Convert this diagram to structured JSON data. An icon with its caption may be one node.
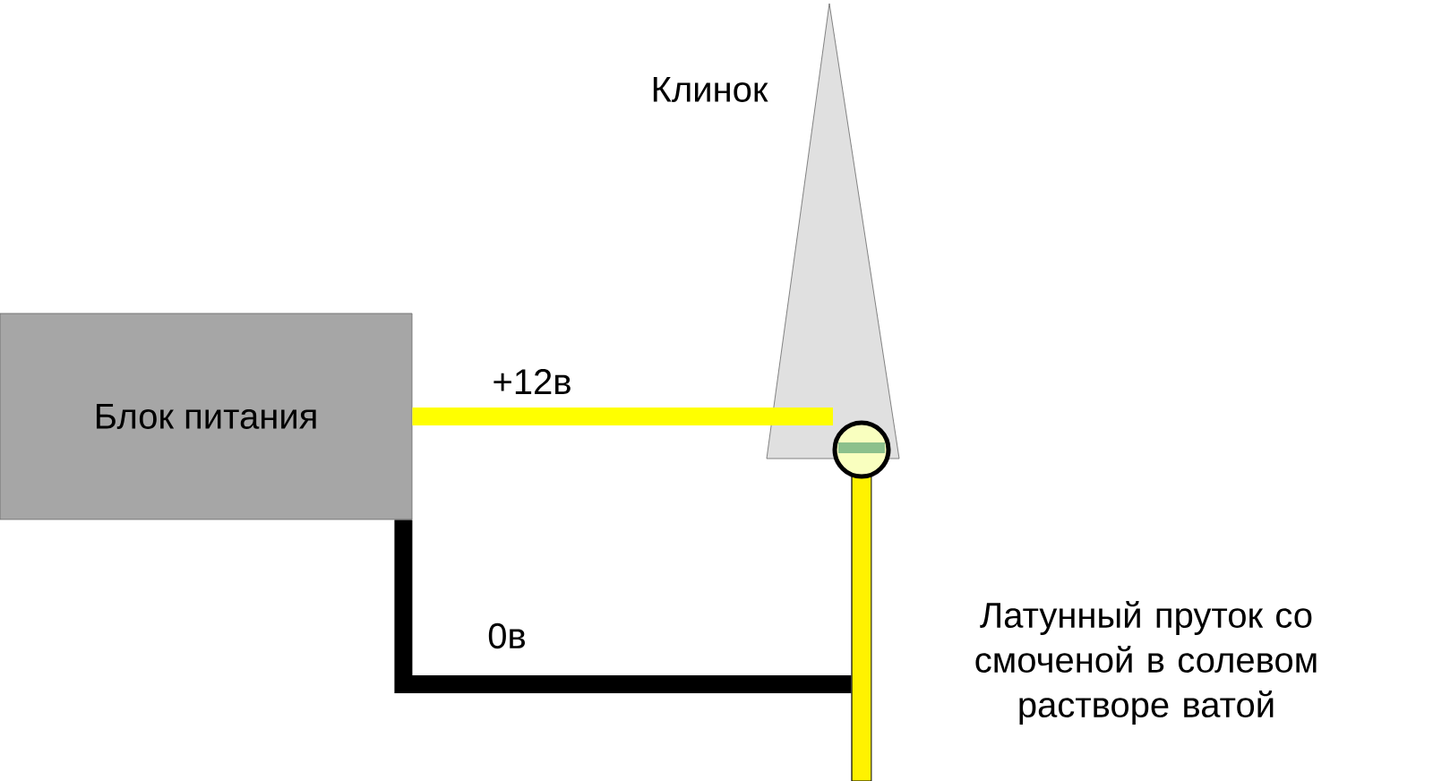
{
  "diagram": {
    "nodes": [
      {
        "text": [
          "Блок питания"
        ]
      },
      {
        "text": [],
        "shape": "triangle",
        "beside": [
          "Клинок"
        ]
      },
      {
        "text": [],
        "shape": "bar",
        "beside": [
          "Латунный пруток со смоченой в солевом растворе ватой"
        ]
      }
    ],
    "edges": [
      {
        "from": 0,
        "to": 1,
        "arrow": "none",
        "label": "+12в",
        "color": "#ffff00"
      },
      {
        "from": 0,
        "to": 2,
        "arrow": "none",
        "label": "0в",
        "color": "#000000"
      }
    ]
  }
}
